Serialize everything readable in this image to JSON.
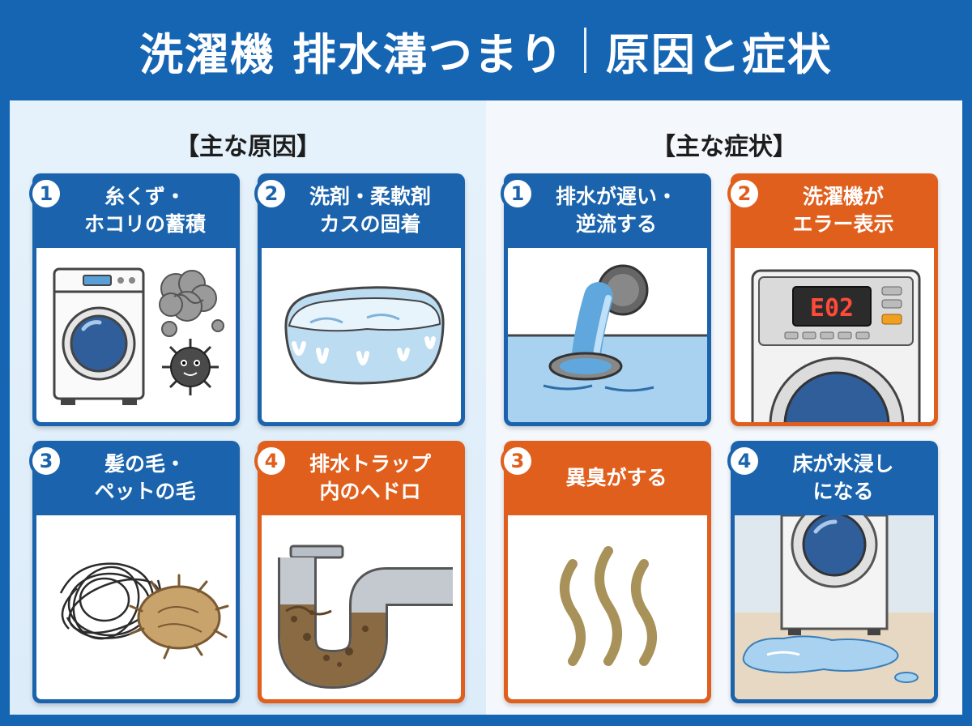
{
  "header": {
    "title_left": "洗濯機 排水溝つまり",
    "title_right": "原因と症状"
  },
  "causes": {
    "title": "【主な原因】",
    "items": [
      {
        "num": "1",
        "label": "糸くず・\nホコリの蓄積"
      },
      {
        "num": "2",
        "label": "洗剤・柔軟剤\nカスの固着"
      },
      {
        "num": "3",
        "label": "髪の毛・\nペットの毛"
      },
      {
        "num": "4",
        "label": "排水トラップ\n内のヘドロ"
      }
    ]
  },
  "symptoms": {
    "title": "【主な症状】",
    "items": [
      {
        "num": "1",
        "label": "排水が遅い・\n逆流する"
      },
      {
        "num": "2",
        "label": "洗濯機が\nエラー表示",
        "display": "E02"
      },
      {
        "num": "3",
        "label": "異臭がする"
      },
      {
        "num": "4",
        "label": "床が水浸し\nになる"
      }
    ]
  },
  "colors": {
    "brand_blue": "#1565b3",
    "card_blue": "#1b64ad",
    "card_orange": "#e05f1d"
  }
}
